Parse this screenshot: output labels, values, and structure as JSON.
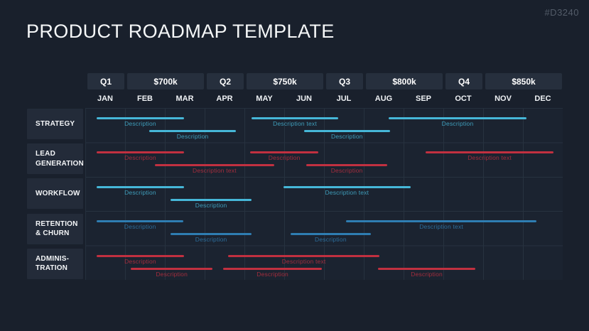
{
  "page": {
    "title": "PRODUCT ROADMAP TEMPLATE",
    "code": "#D3240"
  },
  "colors": {
    "background": "#19202c",
    "header_box": "#262f3d",
    "sidebar_box": "#232b39",
    "grid_area": "#1b2330",
    "grid_line": "#27323f",
    "cyan_bar": "#46b7d8",
    "steel_blue_bar": "#2f7db2",
    "red_bar": "#c13040"
  },
  "chart_data": {
    "type": "gantt",
    "title": "PRODUCT ROADMAP TEMPLATE",
    "x_unit": "month",
    "x_range": [
      0,
      12
    ],
    "grid": true,
    "months": [
      "JAN",
      "FEB",
      "MAR",
      "APR",
      "MAY",
      "JUN",
      "JUL",
      "AUG",
      "SEP",
      "OCT",
      "NOV",
      "DEC"
    ],
    "quarters": [
      {
        "quarter": "Q1",
        "budget": "$700k"
      },
      {
        "quarter": "Q2",
        "budget": "$750k"
      },
      {
        "quarter": "Q3",
        "budget": "$800k"
      },
      {
        "quarter": "Q4",
        "budget": "$850k"
      }
    ],
    "rows": [
      {
        "category": "STRATEGY",
        "color": "#46b7d8",
        "bars": [
          {
            "lane": 0,
            "start": 0.27,
            "end": 2.46,
            "label": "Description"
          },
          {
            "lane": 0,
            "start": 4.16,
            "end": 6.34,
            "label": "Description text"
          },
          {
            "lane": 0,
            "start": 7.61,
            "end": 11.07,
            "label": "Description"
          },
          {
            "lane": 1,
            "start": 1.59,
            "end": 3.77,
            "label": "Description"
          },
          {
            "lane": 1,
            "start": 5.48,
            "end": 7.64,
            "label": "Description"
          }
        ]
      },
      {
        "category": "LEAD\nGENERATION",
        "color": "#c13040",
        "bars": [
          {
            "lane": 0,
            "start": 0.27,
            "end": 2.46,
            "label": "Description"
          },
          {
            "lane": 0,
            "start": 4.13,
            "end": 5.84,
            "label": "Description"
          },
          {
            "lane": 0,
            "start": 8.54,
            "end": 11.75,
            "label": "Description text"
          },
          {
            "lane": 1,
            "start": 1.73,
            "end": 4.73,
            "label": "Description text"
          },
          {
            "lane": 1,
            "start": 5.54,
            "end": 7.57,
            "label": "Description"
          }
        ]
      },
      {
        "category": "WORKFLOW",
        "color": "#46b7d8",
        "bars": [
          {
            "lane": 0,
            "start": 0.27,
            "end": 2.46,
            "label": "Description"
          },
          {
            "lane": 0,
            "start": 4.96,
            "end": 8.16,
            "label": "Description text"
          },
          {
            "lane": 1,
            "start": 2.13,
            "end": 4.16,
            "label": "Description"
          }
        ]
      },
      {
        "category": "RETENTION\n& CHURN",
        "color": "#2f7db2",
        "bars": [
          {
            "lane": 0,
            "start": 0.27,
            "end": 2.45,
            "label": "Description"
          },
          {
            "lane": 0,
            "start": 6.54,
            "end": 11.32,
            "label": "Description text"
          },
          {
            "lane": 1,
            "start": 2.13,
            "end": 4.16,
            "label": "Description"
          },
          {
            "lane": 1,
            "start": 5.14,
            "end": 7.16,
            "label": "Description"
          }
        ]
      },
      {
        "category": "ADMINIS-\nTRATION",
        "color": "#c13040",
        "bars": [
          {
            "lane": 0,
            "start": 0.27,
            "end": 2.46,
            "label": "Description"
          },
          {
            "lane": 0,
            "start": 3.57,
            "end": 7.38,
            "label": "Description text"
          },
          {
            "lane": 1,
            "start": 1.13,
            "end": 3.18,
            "label": "Description"
          },
          {
            "lane": 1,
            "start": 3.45,
            "end": 5.93,
            "label": "Description"
          },
          {
            "lane": 1,
            "start": 7.34,
            "end": 9.79,
            "label": "Description"
          }
        ]
      }
    ]
  }
}
